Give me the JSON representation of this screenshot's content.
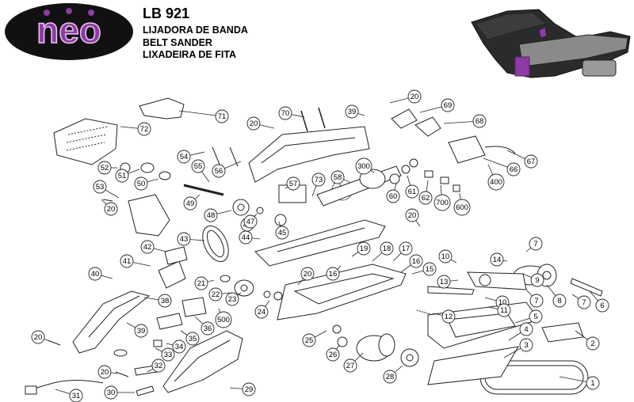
{
  "brand": {
    "logo_text": "neo",
    "logo_color": "#7b2d8e"
  },
  "product": {
    "model": "LB 921",
    "names": [
      "LIJADORA DE BANDA",
      "BELT SANDER",
      "LIXADEIRA DE FITA"
    ]
  },
  "parts": [
    {
      "n": "1"
    },
    {
      "n": "2"
    },
    {
      "n": "3"
    },
    {
      "n": "4"
    },
    {
      "n": "5"
    },
    {
      "n": "6"
    },
    {
      "n": "7"
    },
    {
      "n": "7"
    },
    {
      "n": "7"
    },
    {
      "n": "8"
    },
    {
      "n": "9"
    },
    {
      "n": "10"
    },
    {
      "n": "10"
    },
    {
      "n": "11"
    },
    {
      "n": "12"
    },
    {
      "n": "13"
    },
    {
      "n": "14"
    },
    {
      "n": "15"
    },
    {
      "n": "16"
    },
    {
      "n": "16"
    },
    {
      "n": "17"
    },
    {
      "n": "18"
    },
    {
      "n": "19"
    },
    {
      "n": "20"
    },
    {
      "n": "20"
    },
    {
      "n": "20"
    },
    {
      "n": "20"
    },
    {
      "n": "20"
    },
    {
      "n": "20"
    },
    {
      "n": "20"
    },
    {
      "n": "21"
    },
    {
      "n": "22"
    },
    {
      "n": "23"
    },
    {
      "n": "24"
    },
    {
      "n": "25"
    },
    {
      "n": "26"
    },
    {
      "n": "27"
    },
    {
      "n": "28"
    },
    {
      "n": "29"
    },
    {
      "n": "30"
    },
    {
      "n": "31"
    },
    {
      "n": "32"
    },
    {
      "n": "33"
    },
    {
      "n": "34"
    },
    {
      "n": "35"
    },
    {
      "n": "36"
    },
    {
      "n": "38"
    },
    {
      "n": "39"
    },
    {
      "n": "39"
    },
    {
      "n": "40"
    },
    {
      "n": "41"
    },
    {
      "n": "42"
    },
    {
      "n": "43"
    },
    {
      "n": "44"
    },
    {
      "n": "45"
    },
    {
      "n": "46"
    },
    {
      "n": "47"
    },
    {
      "n": "48"
    },
    {
      "n": "49"
    },
    {
      "n": "50"
    },
    {
      "n": "51"
    },
    {
      "n": "52"
    },
    {
      "n": "53"
    },
    {
      "n": "54"
    },
    {
      "n": "55"
    },
    {
      "n": "56"
    },
    {
      "n": "57"
    },
    {
      "n": "58"
    },
    {
      "n": "60"
    },
    {
      "n": "61"
    },
    {
      "n": "62"
    },
    {
      "n": "66"
    },
    {
      "n": "67"
    },
    {
      "n": "68"
    },
    {
      "n": "69"
    },
    {
      "n": "70"
    },
    {
      "n": "71"
    },
    {
      "n": "72"
    },
    {
      "n": "73"
    },
    {
      "n": "300"
    },
    {
      "n": "400"
    },
    {
      "n": "500"
    },
    {
      "n": "600"
    },
    {
      "n": "700"
    }
  ]
}
